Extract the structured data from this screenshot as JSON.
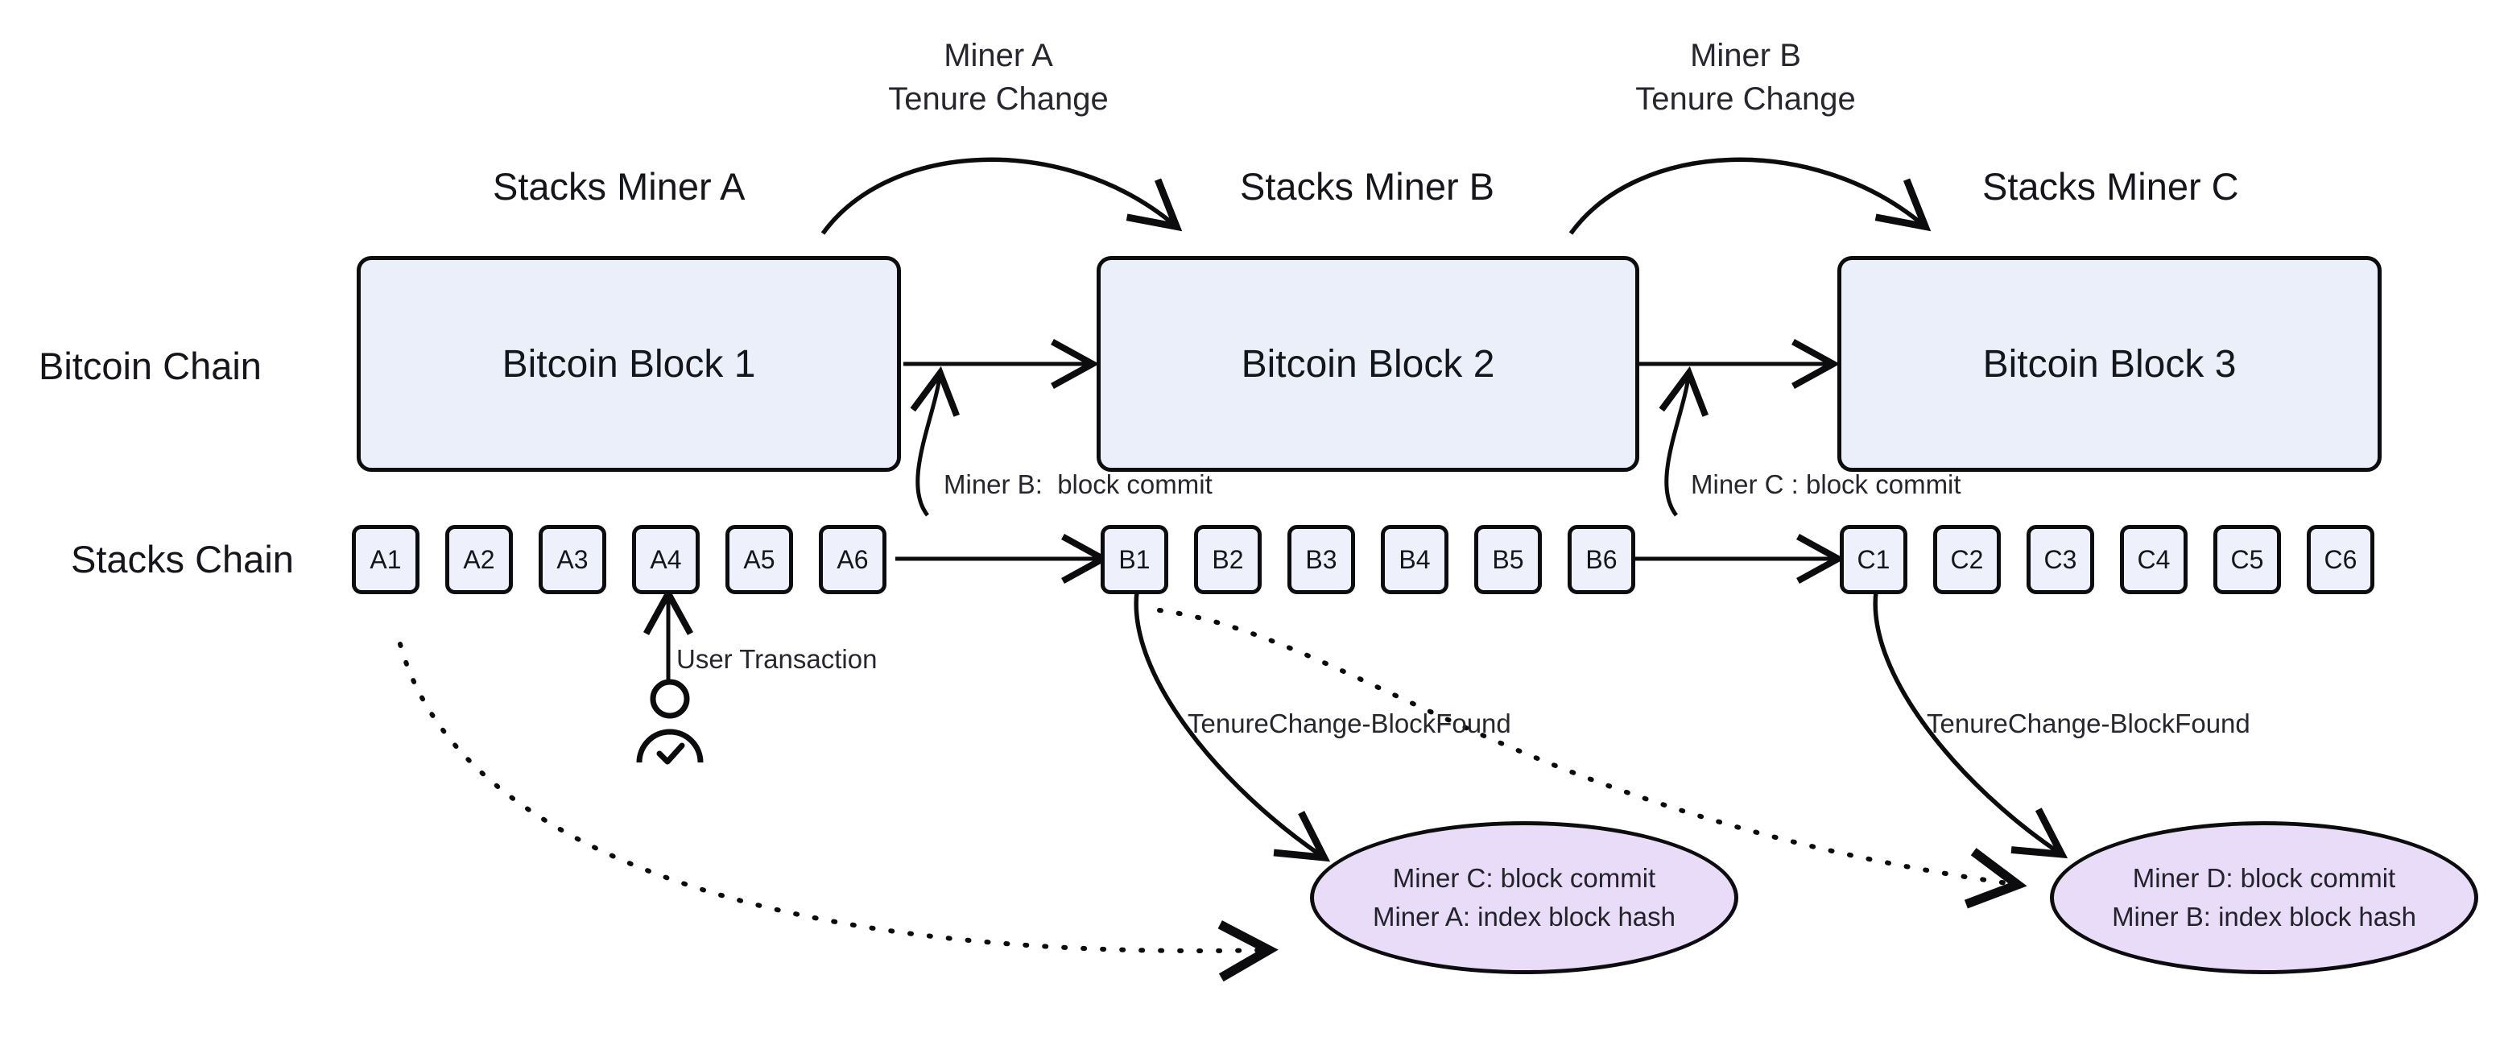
{
  "diagram": {
    "title": "Stacks Nakamoto tenure change over Bitcoin blocks",
    "colors": {
      "bitcoin_block_fill": "#eaeffa",
      "stacks_block_fill": "#eef1fb",
      "ellipse_fill": "#e8dcf8",
      "stroke": "#0c0c0f",
      "text": "#15151c",
      "background": "#ffffff"
    }
  },
  "row_labels": {
    "bitcoin_chain": "Bitcoin Chain",
    "stacks_chain": "Stacks Chain"
  },
  "miner_titles": [
    {
      "label": "Stacks Miner A"
    },
    {
      "label": "Stacks Miner B"
    },
    {
      "label": "Stacks Miner C"
    }
  ],
  "tenure_change_arcs": [
    {
      "line1": "Miner A",
      "line2": "Tenure Change"
    },
    {
      "line1": "Miner B",
      "line2": "Tenure Change"
    }
  ],
  "bitcoin_blocks": [
    {
      "label": "Bitcoin Block 1"
    },
    {
      "label": "Bitcoin Block 2"
    },
    {
      "label": "Bitcoin Block 3"
    }
  ],
  "stacks_blocks": {
    "tenure_a": [
      "A1",
      "A2",
      "A3",
      "A4",
      "A5",
      "A6"
    ],
    "tenure_b": [
      "B1",
      "B2",
      "B3",
      "B4",
      "B5",
      "B6"
    ],
    "tenure_c": [
      "C1",
      "C2",
      "C3",
      "C4",
      "C5",
      "C6"
    ]
  },
  "block_commit_labels": [
    {
      "label": "Miner B:  block commit"
    },
    {
      "label": "Miner C : block commit"
    }
  ],
  "user_transaction": {
    "label": "User Transaction",
    "icon": "user-check-icon"
  },
  "tenure_change_block_found_labels": [
    {
      "label": "TenureChange-BlockFound"
    },
    {
      "label": "TenureChange-BlockFound"
    }
  ],
  "commit_ellipses": [
    {
      "line1": "Miner C:  block commit",
      "line2": "Miner A:  index block hash"
    },
    {
      "line1": "Miner D:  block commit",
      "line2": "Miner B:  index block hash"
    }
  ]
}
